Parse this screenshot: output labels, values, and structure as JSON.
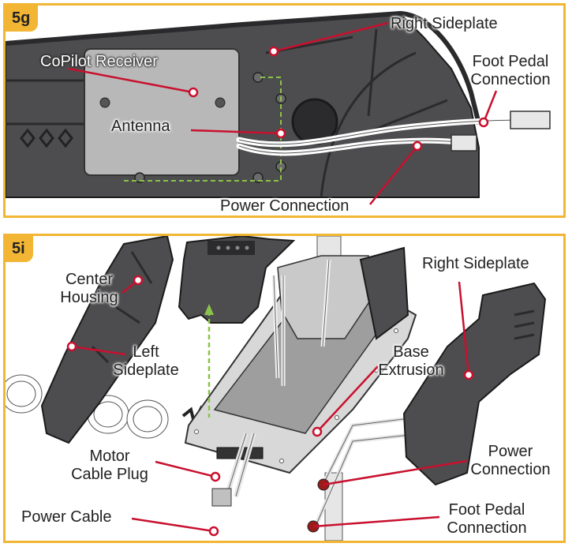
{
  "panel_5g": {
    "tag": "5g",
    "labels": {
      "right_sideplate": "Right Sideplate",
      "copilot_receiver": "CoPilot Receiver",
      "foot_pedal_1": "Foot Pedal",
      "foot_pedal_2": "Connection",
      "antenna": "Antenna",
      "power_connection": "Power Connection"
    }
  },
  "panel_5i": {
    "tag": "5i",
    "labels": {
      "center_housing_1": "Center",
      "center_housing_2": "Housing",
      "right_sideplate": "Right Sideplate",
      "left_sideplate_1": "Left",
      "left_sideplate_2": "Sideplate",
      "base_extrusion_1": "Base",
      "base_extrusion_2": "Extrusion",
      "motor_cable_plug_1": "Motor",
      "motor_cable_plug_2": "Cable Plug",
      "power_connection_1": "Power",
      "power_connection_2": "Connection",
      "power_cable": "Power Cable",
      "foot_pedal_1": "Foot Pedal",
      "foot_pedal_2": "Connection"
    }
  },
  "colors": {
    "frame": "#f2b634",
    "leader": "#c8102e",
    "housing": "#4a4a4c",
    "dashed_guide": "#7cb342"
  }
}
